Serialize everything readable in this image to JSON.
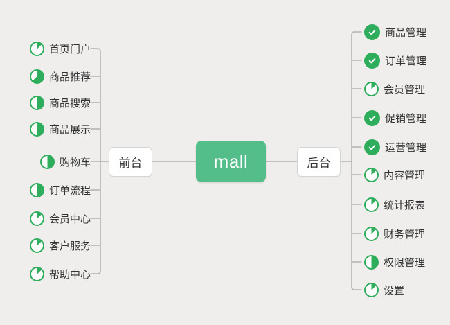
{
  "center": {
    "label": "mall"
  },
  "left_branch": {
    "label": "前台",
    "items": [
      {
        "label": "首页门户",
        "icon": "progress-pie",
        "progress": "1/8"
      },
      {
        "label": "商品推荐",
        "icon": "progress-pie",
        "progress": "5/8"
      },
      {
        "label": "商品搜索",
        "icon": "progress-pie",
        "progress": "1/2"
      },
      {
        "label": "商品展示",
        "icon": "progress-pie",
        "progress": "1/2"
      },
      {
        "label": "购物车",
        "icon": "progress-pie",
        "progress": "1/2"
      },
      {
        "label": "订单流程",
        "icon": "progress-pie",
        "progress": "1/2"
      },
      {
        "label": "会员中心",
        "icon": "progress-pie",
        "progress": "1/8"
      },
      {
        "label": "客户服务",
        "icon": "progress-pie",
        "progress": "1/8"
      },
      {
        "label": "帮助中心",
        "icon": "progress-pie",
        "progress": "1/8"
      }
    ]
  },
  "right_branch": {
    "label": "后台",
    "items": [
      {
        "label": "商品管理",
        "icon": "check-done"
      },
      {
        "label": "订单管理",
        "icon": "check-done"
      },
      {
        "label": "会员管理",
        "icon": "progress-pie",
        "progress": "1/8"
      },
      {
        "label": "促销管理",
        "icon": "check-done"
      },
      {
        "label": "运营管理",
        "icon": "check-done"
      },
      {
        "label": "内容管理",
        "icon": "progress-pie",
        "progress": "1/8"
      },
      {
        "label": "统计报表",
        "icon": "progress-pie",
        "progress": "1/8"
      },
      {
        "label": "财务管理",
        "icon": "progress-pie",
        "progress": "1/8"
      },
      {
        "label": "权限管理",
        "icon": "progress-pie",
        "progress": "1/2"
      },
      {
        "label": "设置",
        "icon": "progress-pie",
        "progress": "1/8"
      }
    ]
  },
  "colors": {
    "background": "#efeeec",
    "center_node_green": "#54be8a",
    "icon_green": "#2eae5c",
    "connector_gray": "#b4b2b0",
    "node_border": "#d6d4d1",
    "label_text": "#333333"
  }
}
